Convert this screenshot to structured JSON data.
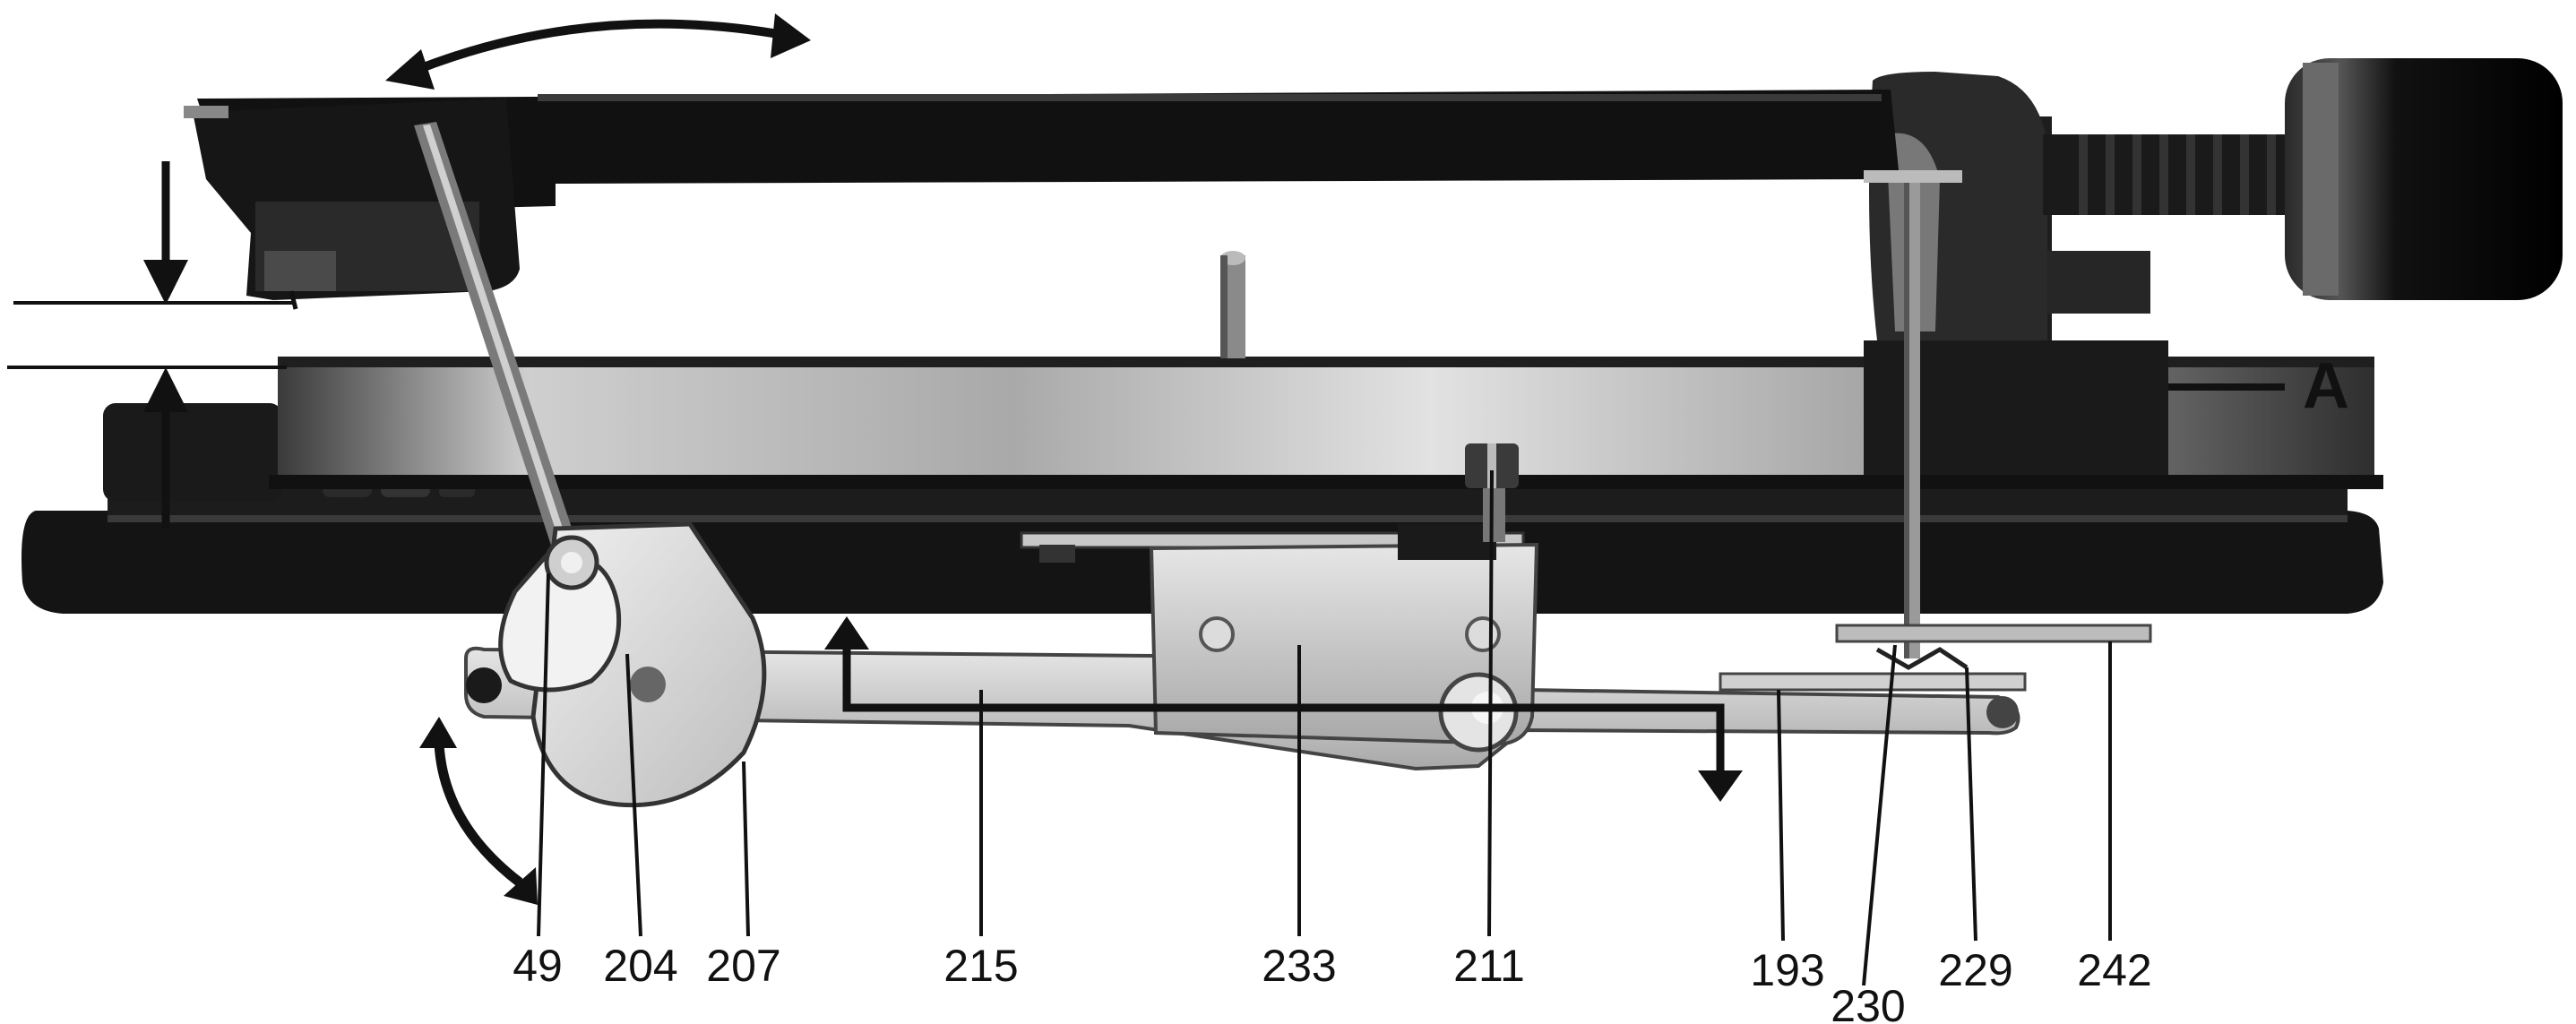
{
  "diagram": {
    "callouts": [
      "49",
      "204",
      "207",
      "215",
      "233",
      "211",
      "193",
      "230",
      "229",
      "242"
    ],
    "marker_label": "A",
    "colors": {
      "ink": "#111111",
      "metal_light": "#d8d8d8",
      "metal_mid": "#b3b3b3",
      "metal_dark": "#5f5f5f",
      "background": "#ffffff"
    }
  }
}
